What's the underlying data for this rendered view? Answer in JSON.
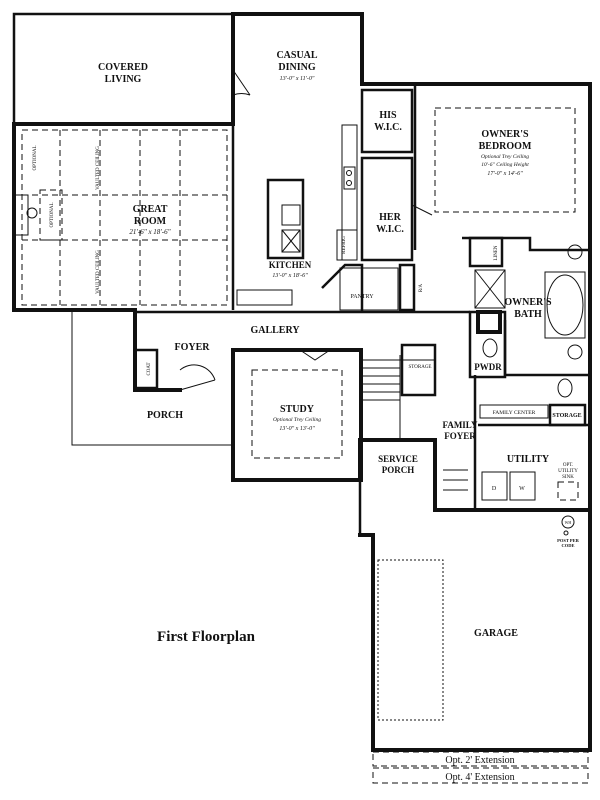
{
  "title": "First Floorplan",
  "rooms": {
    "covered_living": [
      "COVERED",
      "LIVING"
    ],
    "casual_dining": [
      "CASUAL",
      "DINING"
    ],
    "casual_dining_dim": "13'-0\" x 11'-0\"",
    "his_wic": [
      "HIS",
      "W.I.C."
    ],
    "her_wic": [
      "HER",
      "W.I.C."
    ],
    "owners_bedroom": [
      "OWNER'S",
      "BEDROOM"
    ],
    "owners_bedroom_note1": "Optional Trey Ceiling",
    "owners_bedroom_note2": "10'-6\" Ceiling Height",
    "owners_bedroom_dim": "17'-0\" x 14'-6\"",
    "great_room": [
      "GREAT",
      "ROOM"
    ],
    "great_room_dim": "21'-6\" x 18'-6\"",
    "kitchen": "KITCHEN",
    "kitchen_dim": "13'-0\" x 18'-6\"",
    "refrig": "REFRIG",
    "pantry": "PANTRY",
    "ra": "R/A",
    "linen": "LINEN",
    "owners_bath": [
      "OWNER'S",
      "BATH"
    ],
    "foyer": "FOYER",
    "gallery": "GALLERY",
    "coat": "COAT",
    "storage": "STORAGE",
    "pwdr": "PWDR",
    "study": "STUDY",
    "study_note": "Optional Trey Ceiling",
    "study_dim": "13'-0\" x 13'-0\"",
    "porch": "PORCH",
    "family_foyer": [
      "FAMILY",
      "FOYER"
    ],
    "family_center": "FAMILY CENTER",
    "storage2": "STORAGE",
    "service_porch": [
      "SERVICE",
      "PORCH"
    ],
    "utility": "UTILITY",
    "opt_utility_sink": [
      "OPT.",
      "UTILITY",
      "SINK"
    ],
    "dryer": "D",
    "washer": "W",
    "wh": "WH",
    "post_per_code": [
      "POST PER",
      "CODE"
    ],
    "garage": "GARAGE",
    "opt_2_ext": "Opt. 2' Extension",
    "opt_4_ext": "Opt. 4' Extension",
    "optional": "OPTIONAL",
    "vaulted_ceiling": "VAULTED CEILING"
  }
}
